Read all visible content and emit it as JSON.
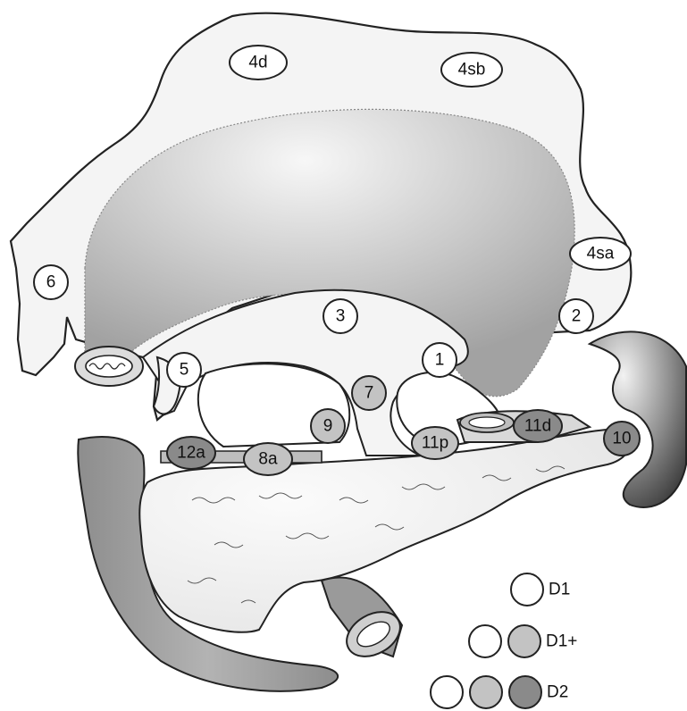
{
  "colors": {
    "white_node": "#ffffff",
    "light_node": "#c3c3c3",
    "dark_node": "#8a8a8a",
    "organ_fill": "#f4f4f4",
    "stomach_inner_light": "#f7f7f7",
    "stomach_inner_dark": "#a9a9a9",
    "duodenum_fill": "#9c9c9c",
    "spleen_light": "#eeeeee",
    "spleen_dark": "#3a3a3a",
    "stroke": "#222222"
  },
  "stations": [
    {
      "id": "4d",
      "label": "4d",
      "tier": "D1"
    },
    {
      "id": "4sb",
      "label": "4sb",
      "tier": "D1"
    },
    {
      "id": "4sa",
      "label": "4sa",
      "tier": "D1"
    },
    {
      "id": "6",
      "label": "6",
      "tier": "D1"
    },
    {
      "id": "3",
      "label": "3",
      "tier": "D1"
    },
    {
      "id": "2",
      "label": "2",
      "tier": "D1"
    },
    {
      "id": "5",
      "label": "5",
      "tier": "D1"
    },
    {
      "id": "1",
      "label": "1",
      "tier": "D1"
    },
    {
      "id": "7",
      "label": "7",
      "tier": "D1+"
    },
    {
      "id": "9",
      "label": "9",
      "tier": "D1+"
    },
    {
      "id": "11p",
      "label": "11p",
      "tier": "D1+"
    },
    {
      "id": "11d",
      "label": "11d",
      "tier": "D2"
    },
    {
      "id": "10",
      "label": "10",
      "tier": "D2"
    },
    {
      "id": "12a",
      "label": "12a",
      "tier": "D2"
    },
    {
      "id": "8a",
      "label": "8a",
      "tier": "D1+"
    }
  ],
  "legend": [
    {
      "label": "D1",
      "swatches": [
        "white"
      ]
    },
    {
      "label": "D1+",
      "swatches": [
        "white",
        "light"
      ]
    },
    {
      "label": "D2",
      "swatches": [
        "white",
        "light",
        "dark"
      ]
    }
  ]
}
